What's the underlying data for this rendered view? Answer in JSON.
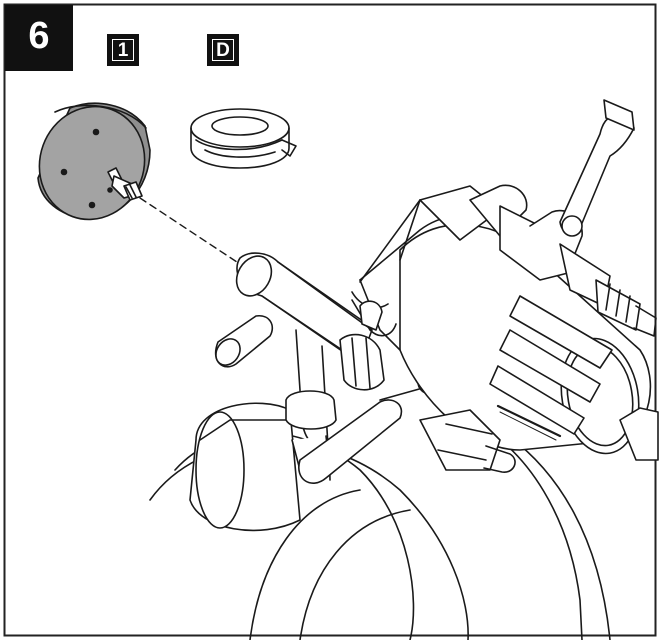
{
  "step": {
    "number": "6"
  },
  "callouts": [
    {
      "id": "1",
      "label": "1",
      "icon": "pressure-gauge-icon"
    },
    {
      "id": "D",
      "label": "D",
      "icon": "ptfe-tape-roll-icon"
    }
  ],
  "colors": {
    "line": "#1a1a1a",
    "gauge_fill": "#9a9a9a",
    "badge_bg": "#111111",
    "badge_text": "#ffffff",
    "frame": "#222222"
  }
}
